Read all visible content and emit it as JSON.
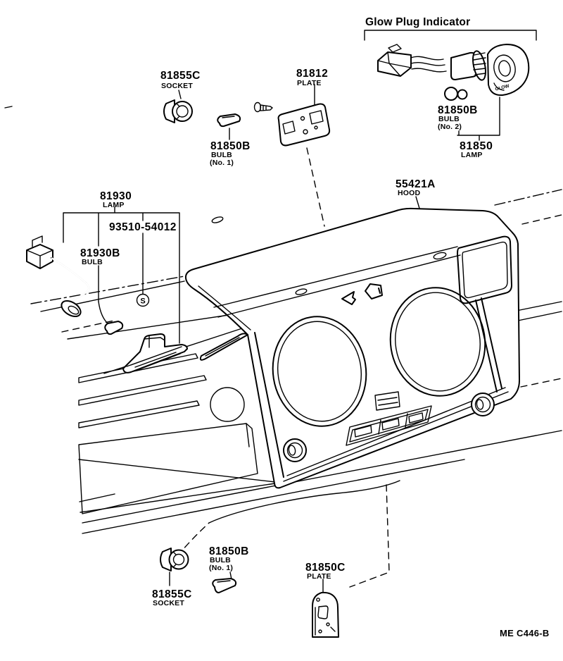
{
  "diagram": {
    "assembly_title": "Glow Plug Indicator",
    "drawing_code": "ME C446-B",
    "indicator_face_text": "GLOW",
    "screw_symbol_letter": "S",
    "ink_color": "#000000",
    "background_color": "#ffffff",
    "parts": [
      {
        "part_no": "81855C",
        "label": "SOCKET",
        "area": "top-left"
      },
      {
        "part_no": "81850B",
        "label": "BULB",
        "note": "(No. 1)",
        "area": "top-center"
      },
      {
        "part_no": "81812",
        "label": "PLATE",
        "area": "top-center"
      },
      {
        "part_no": "81850B",
        "label": "BULB",
        "note": "(No. 2)",
        "area": "glow-plug-indicator"
      },
      {
        "part_no": "81850",
        "label": "LAMP",
        "area": "glow-plug-indicator"
      },
      {
        "part_no": "55421A",
        "label": "HOOD",
        "area": "center"
      },
      {
        "part_no": "81930",
        "label": "LAMP",
        "area": "left"
      },
      {
        "part_no": "93510-54012",
        "label": "",
        "area": "left"
      },
      {
        "part_no": "81930B",
        "label": "BULB",
        "area": "left"
      },
      {
        "part_no": "81850B",
        "label": "BULB",
        "note": "(No. 1)",
        "area": "bottom"
      },
      {
        "part_no": "81855C",
        "label": "SOCKET",
        "area": "bottom"
      },
      {
        "part_no": "81850C",
        "label": "PLATE",
        "area": "bottom"
      }
    ]
  }
}
